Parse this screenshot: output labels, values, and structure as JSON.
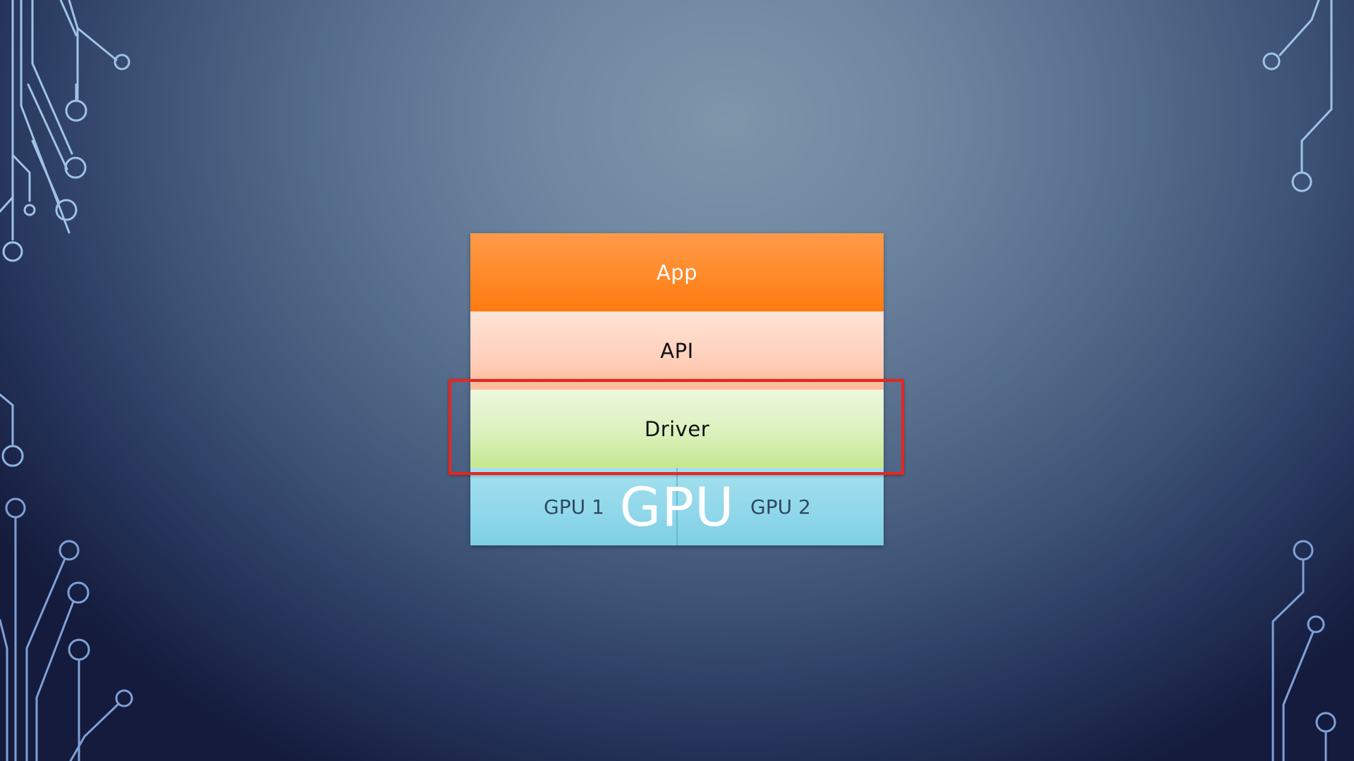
{
  "slide": {
    "background_colors": [
      "#7f95aa",
      "#5a7290",
      "#25345a",
      "#141b3c"
    ],
    "decoration": "circuit-trace"
  },
  "stack": {
    "layers": [
      {
        "label": "App",
        "color": "#ff8a28"
      },
      {
        "label": "API",
        "color": "#ffd0bb"
      },
      {
        "label": "Driver",
        "color": "#d9f0b9"
      }
    ],
    "gpu": {
      "label": "GPU",
      "units": [
        "GPU 1",
        "GPU 2"
      ],
      "color": "#8fd7ea"
    }
  },
  "highlight": {
    "target": "Driver",
    "color": "#e8251f"
  }
}
